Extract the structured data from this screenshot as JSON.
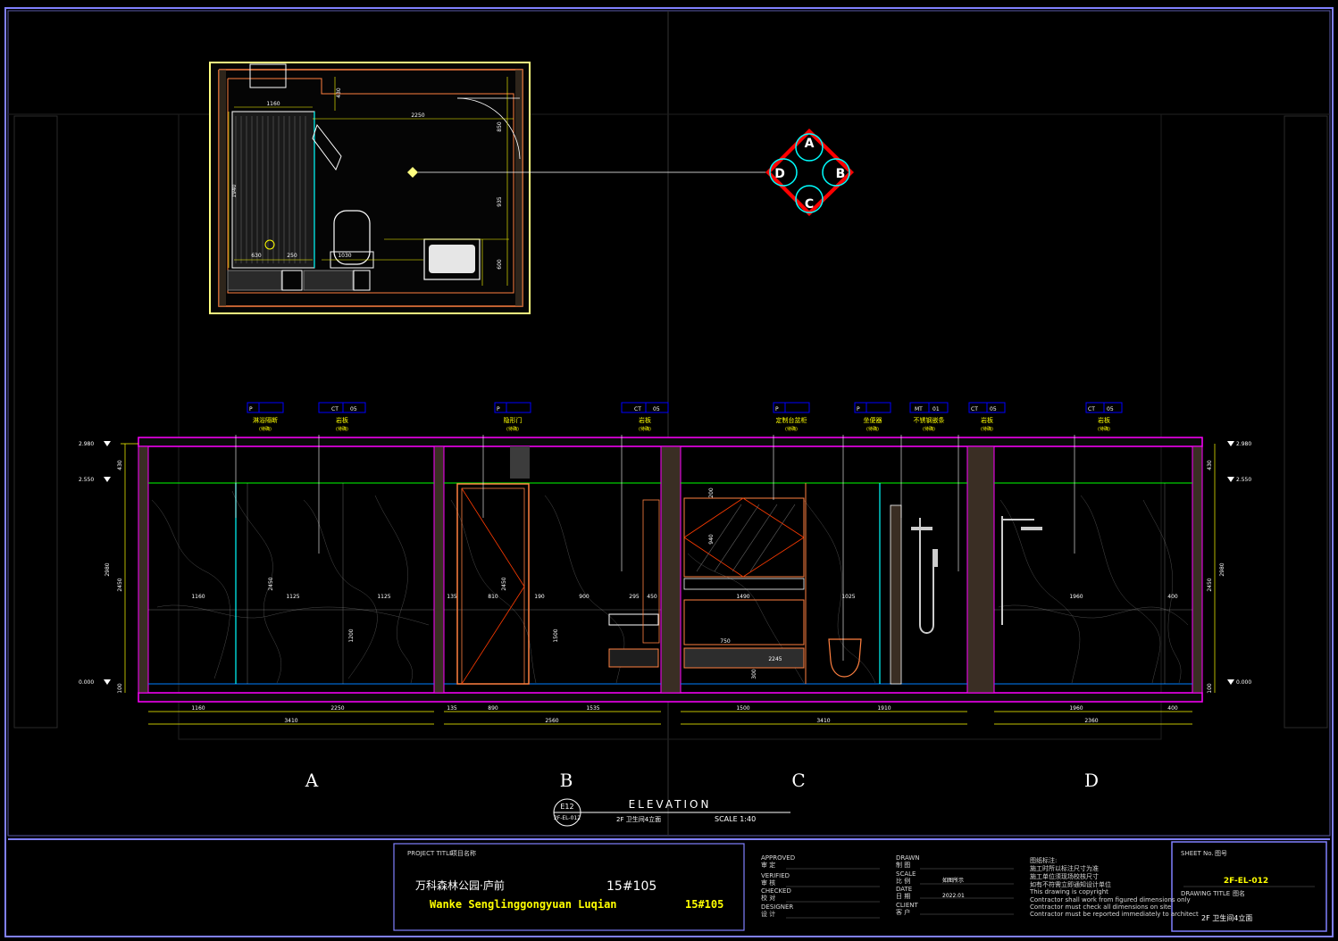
{
  "elevation_letters": [
    "A",
    "B",
    "C",
    "D"
  ],
  "direction_marker": [
    "A",
    "B",
    "C",
    "D"
  ],
  "heading": {
    "sheet_ref": "E12",
    "sheet_ref_sub": "2F-EL-012",
    "title": "ELEVATION",
    "subtitle": "2F 卫生间4立面",
    "scale": "SCALE 1:40"
  },
  "levels": {
    "top": "2.980",
    "ceiling": "2.550",
    "floor": "0.000"
  },
  "callouts": [
    {
      "code": "P",
      "num": "",
      "label": "淋浴隔断",
      "sub": "(待确)"
    },
    {
      "code": "CT",
      "num": "05",
      "label": "岩板",
      "sub": "(待确)"
    },
    {
      "code": "P",
      "num": "",
      "label": "隐形门",
      "sub": "(待确)"
    },
    {
      "code": "CT",
      "num": "05",
      "label": "岩板",
      "sub": "(待确)"
    },
    {
      "code": "P",
      "num": "",
      "label": "定制台盆柜",
      "sub": "(待确)"
    },
    {
      "code": "P",
      "num": "",
      "label": "坐便器",
      "sub": "(待确)"
    },
    {
      "code": "MT",
      "num": "01",
      "label": "不锈钢嵌条",
      "sub": "(待确)"
    },
    {
      "code": "CT",
      "num": "05",
      "label": "岩板",
      "sub": "(待确)"
    },
    {
      "code": "CT",
      "num": "05",
      "label": "岩板",
      "sub": "(待确)"
    }
  ],
  "dimensions": {
    "a_row1": [
      "1160",
      "2250"
    ],
    "a_total": "3410",
    "b_row1": [
      "135",
      "890",
      "1535"
    ],
    "b_total": "2560",
    "c_row1": [
      "1500",
      "1910"
    ],
    "c_total": "3410",
    "d_row1": [
      "1960",
      "400"
    ],
    "d_total": "2360",
    "side_left": [
      "430",
      "2980",
      "2450",
      "100"
    ],
    "side_right": [
      "430",
      "2980",
      "2450",
      "100"
    ],
    "a_inner": [
      "1160",
      "1125",
      "1125",
      "2450",
      "1200"
    ],
    "b_inner": [
      "135",
      "810",
      "2450",
      "190",
      "900",
      "295",
      "450",
      "1500"
    ],
    "c_inner": [
      "1490",
      "1025",
      "750",
      "2245",
      "940",
      "200",
      "300"
    ],
    "d_inner": [
      "1960",
      "400"
    ]
  },
  "plan_dims": [
    "1160",
    "2250",
    "1940",
    "630",
    "250",
    "1030",
    "430",
    "850",
    "935",
    "600"
  ],
  "title_block": {
    "project_title_label": "PROJECT TITLE",
    "project_title_cn_label": "项目名称",
    "project_cn": "万科森林公园·庐前",
    "project_num_1": "15#105",
    "project_en": "Wanke Senglinggongyuan Luqian",
    "project_num_2": "15#105",
    "approvals": [
      {
        "en": "APPROVED",
        "cn": "审 定"
      },
      {
        "en": "VERIFIED",
        "cn": "审 核"
      },
      {
        "en": "CHECKED",
        "cn": "校 对"
      },
      {
        "en": "DESIGNER",
        "cn": "设 计"
      }
    ],
    "info": [
      {
        "en": "DRAWN",
        "cn": "制 图",
        "value": ""
      },
      {
        "en": "SCALE",
        "cn": "比 例",
        "value": "如图所示"
      },
      {
        "en": "DATE",
        "cn": "日 期",
        "value": "2022.01"
      },
      {
        "en": "CLIENT",
        "cn": "客 户",
        "value": ""
      }
    ],
    "notes": [
      "图纸标注:",
      "施工时所以标注尺寸为准",
      "施工单位须现场校核尺寸",
      "如有不符需立即通知设计单位",
      "This drawing is copyright",
      "Contractor shall work from figured dimensions only",
      "Contractor must check all dimensions on site",
      "Contractor must be reported immediately to architect"
    ],
    "sheet_no_label": "SHEET No.",
    "sheet_no_cn": "图号",
    "sheet_no": "2F-EL-012",
    "drawing_title_label": "DRAWING TITLE",
    "drawing_title_cn": "图名",
    "drawing_title": "2F 卫生间4立面"
  },
  "colors": {
    "frame": "#8080ff",
    "drawing_line": "#ff00ff",
    "plan_border": "#ffff80",
    "wall_orange": "#ff8040",
    "dim_yellow": "#ffff00",
    "callout_blue": "#0000ff",
    "marker_red": "#ff0000",
    "marker_cyan": "#00ffff"
  }
}
